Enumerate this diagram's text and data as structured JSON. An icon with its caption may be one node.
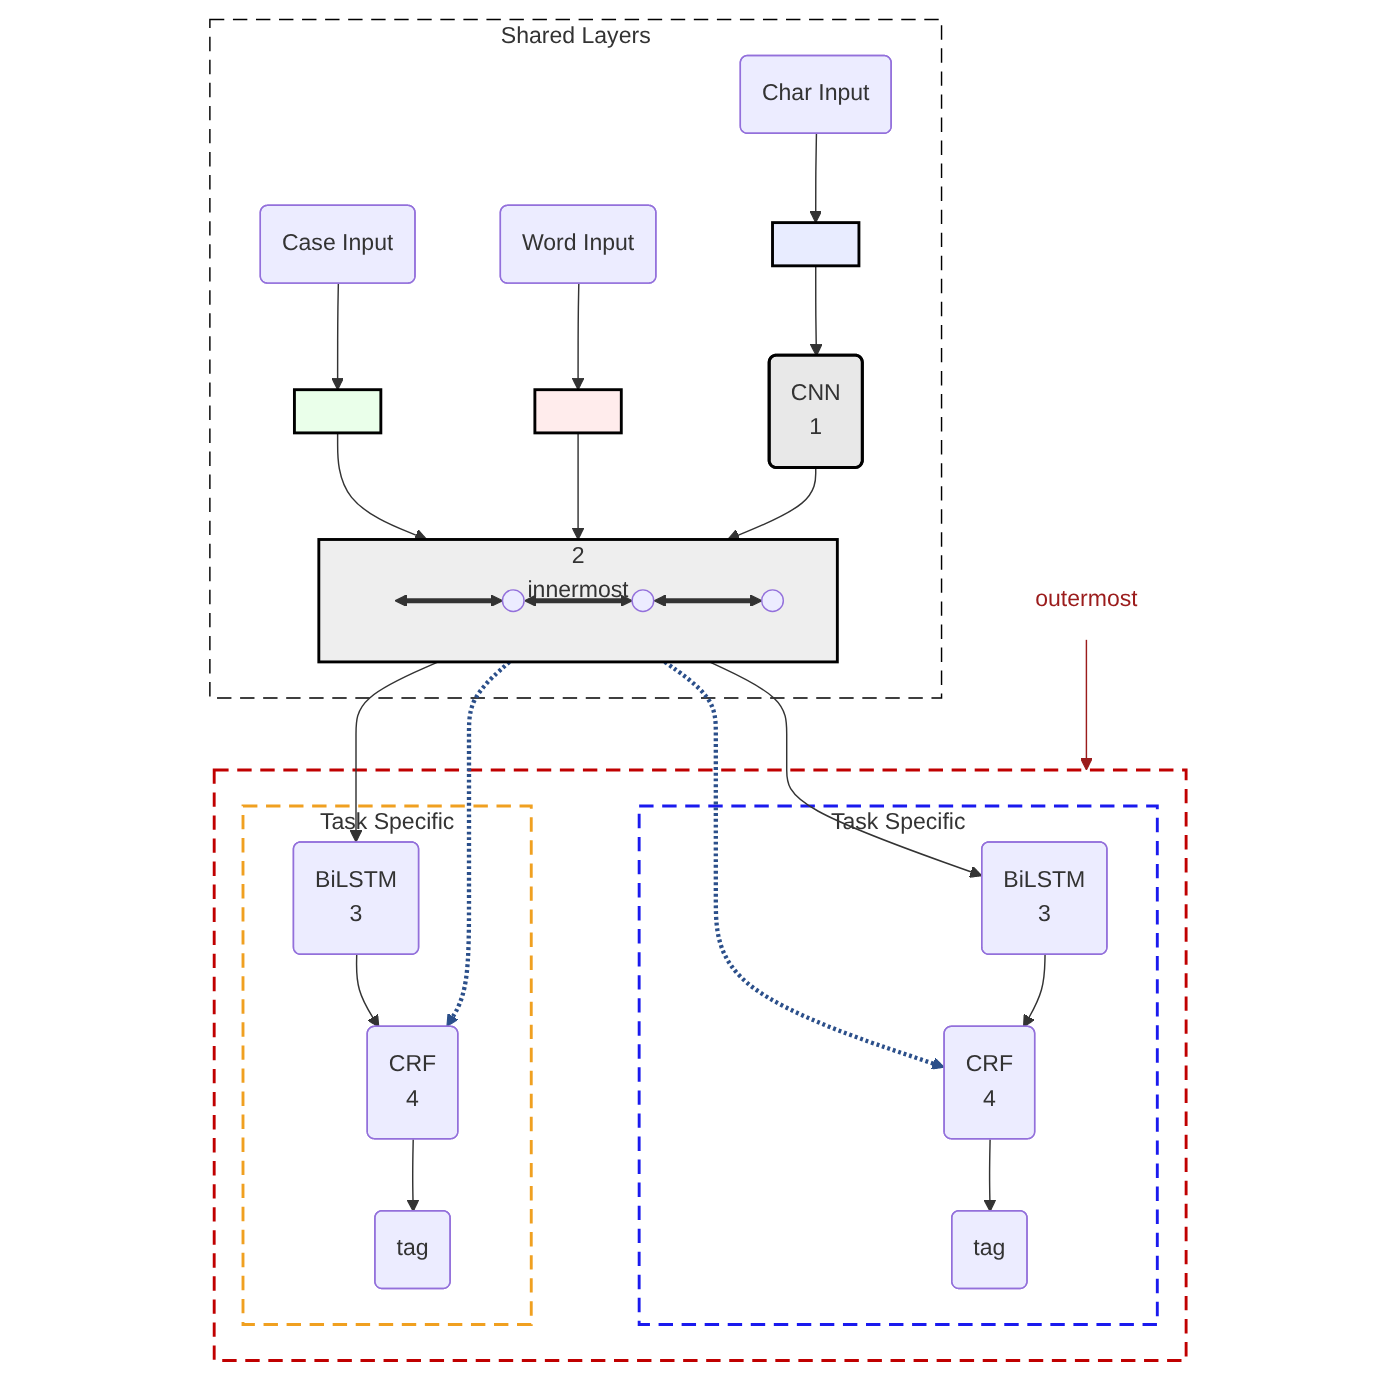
{
  "diagram": {
    "nodes": [
      {
        "text": [
          "Shared Layers"
        ]
      },
      {
        "text": [
          "Case Input"
        ],
        "in": 0
      },
      {
        "text": [
          "Word Input"
        ],
        "in": 0
      },
      {
        "text": [
          "Char Input"
        ],
        "in": 0
      },
      {
        "text": [],
        "shape": "box",
        "in": 0
      },
      {
        "text": [],
        "shape": "box",
        "in": 0
      },
      {
        "text": [],
        "shape": "box",
        "in": 0
      },
      {
        "text": [
          "CNN",
          "1"
        ],
        "in": 0
      },
      {
        "text": [
          "2",
          "innermost"
        ],
        "in": 0
      },
      {
        "text": [],
        "shape": "circle",
        "in": 8
      },
      {
        "text": [],
        "shape": "circle",
        "in": 8
      },
      {
        "text": [],
        "shape": "circle",
        "in": 8
      },
      {
        "text": [
          "outermost"
        ]
      },
      {
        "text": [],
        "shape": "box"
      },
      {
        "text": [
          "Task Specific"
        ],
        "in": 13
      },
      {
        "text": [
          "BiLSTM",
          "3"
        ],
        "in": 14
      },
      {
        "text": [
          "CRF",
          "4"
        ],
        "in": 14
      },
      {
        "text": [
          "tag"
        ],
        "in": 14
      },
      {
        "text": [
          "Task Specific"
        ],
        "in": 13
      },
      {
        "text": [
          "BiLSTM",
          "3"
        ],
        "in": 18
      },
      {
        "text": [
          "CRF",
          "4"
        ],
        "in": 18
      },
      {
        "text": [
          "tag"
        ],
        "in": 18
      }
    ],
    "edges": [
      {
        "from": 1,
        "to": 4,
        "arrow": "to"
      },
      {
        "from": 2,
        "to": 5,
        "arrow": "to"
      },
      {
        "from": 3,
        "to": 6,
        "arrow": "to"
      },
      {
        "from": 6,
        "to": 7,
        "arrow": "to"
      },
      {
        "from": 4,
        "to": 8,
        "arrow": "to"
      },
      {
        "from": 5,
        "to": 8,
        "arrow": "to"
      },
      {
        "from": 7,
        "to": 8,
        "arrow": "to"
      },
      {
        "from": null,
        "to": 9,
        "arrow": "both",
        "style": "thick"
      },
      {
        "from": 9,
        "to": 10,
        "arrow": "both",
        "style": "thick"
      },
      {
        "from": 10,
        "to": 11,
        "arrow": "both",
        "style": "thick"
      },
      {
        "from": 8,
        "to": 15,
        "arrow": "to"
      },
      {
        "from": 8,
        "to": 16,
        "arrow": "to",
        "style": "dashed",
        "color": "#2b4f8a"
      },
      {
        "from": 8,
        "to": 20,
        "arrow": "to",
        "style": "dashed",
        "color": "#2b4f8a"
      },
      {
        "from": 8,
        "to": 19,
        "arrow": "to"
      },
      {
        "from": 15,
        "to": 16,
        "arrow": "to"
      },
      {
        "from": 16,
        "to": 17,
        "arrow": "to"
      },
      {
        "from": 19,
        "to": 20,
        "arrow": "to"
      },
      {
        "from": 20,
        "to": 21,
        "arrow": "to"
      },
      {
        "from": 12,
        "to": 13,
        "arrow": "to",
        "color": "#9b1c1c"
      }
    ]
  }
}
